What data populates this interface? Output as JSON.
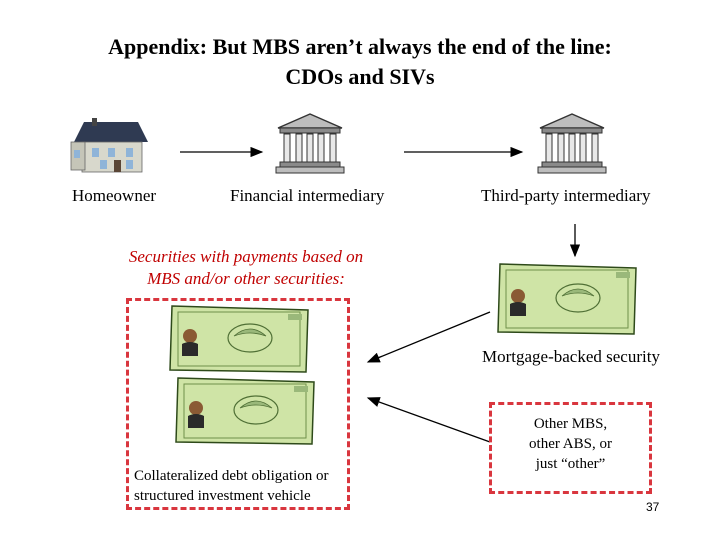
{
  "slide": {
    "title_line1": "Appendix: But MBS aren’t always the end of the line:",
    "title_line2": "CDOs and SIVs",
    "page_number": "37"
  },
  "nodes": {
    "homeowner": "Homeowner",
    "financial_intermediary": "Financial intermediary",
    "third_party_intermediary": "Third-party intermediary",
    "mbs": "Mortgage-backed security",
    "securities_note_line1": "Securities with payments based on",
    "securities_note_line2": "MBS and/or other securities:",
    "cdo_line1": "Collateralized debt obligation or",
    "cdo_line2": "structured investment vehicle",
    "other_line1": "Other MBS,",
    "other_line2": "other ABS, or",
    "other_line3": "just “other”"
  },
  "colors": {
    "dashed_border": "#d9363e",
    "note_text": "#c00000",
    "bill_green": "#cfe4a6"
  },
  "icons": [
    "house-icon",
    "bank-building-icon",
    "bank-building-icon",
    "banknote-icon",
    "banknote-icon",
    "banknote-icon"
  ]
}
